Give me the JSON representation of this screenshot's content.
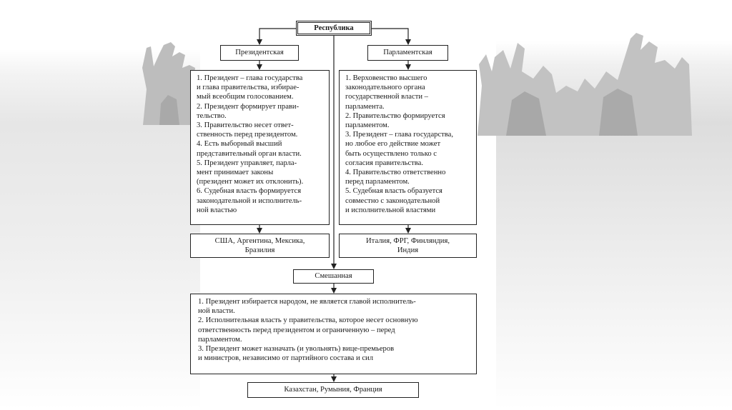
{
  "diagram": {
    "root": {
      "label": "Республика"
    },
    "presidential": {
      "label": "Президентская",
      "features": "1. Президент – глава государства\nи глава правительства, избирае-\nмый всеобщим голосованием.\n2. Президент формирует прави-\nтельство.\n3. Правительство несет ответ-\nственность перед президентом.\n4. Есть выборный высший\nпредставительный орган власти.\n5. Президент управляет, парла-\nмент принимает законы\n(президент может их отклонить).\n6. Судебная власть формируется\nзаконодательной и исполнитель-\nной властью",
      "examples": "США, Аргентина, Мексика,\nБразилия"
    },
    "parliamentary": {
      "label": "Парламентская",
      "features": "1. Верховенство высшего\nзаконодательного органа\nгосударственной власти –\nпарламента.\n2. Правительство формируется\nпарламентом.\n3. Президент – глава государства,\nно любое его действие может\nбыть осуществлено только с\nсогласия правительства.\n4. Правительство ответственно\nперед парламентом.\n5. Судебная власть образуется\nсовместно с законодательной\nи исполнительной властями",
      "examples": "Италия, ФРГ, Финляндия,\nИндия"
    },
    "mixed": {
      "label": "Смешанная",
      "features": "1. Президент избирается народом, не является главой исполнитель-\nной власти.\n2. Исполнительная власть у правительства, которое несет основную\nответственность перед президентом и ограниченную – перед\nпарламентом.\n3. Президент может назначать (и увольнять) вице-премьеров\nи министров, независимо от партийного состава и сил",
      "examples": "Казахстан, Румыния, Франция"
    }
  },
  "colors": {
    "line": "#222222",
    "silhouette": "#b5b5b5"
  }
}
